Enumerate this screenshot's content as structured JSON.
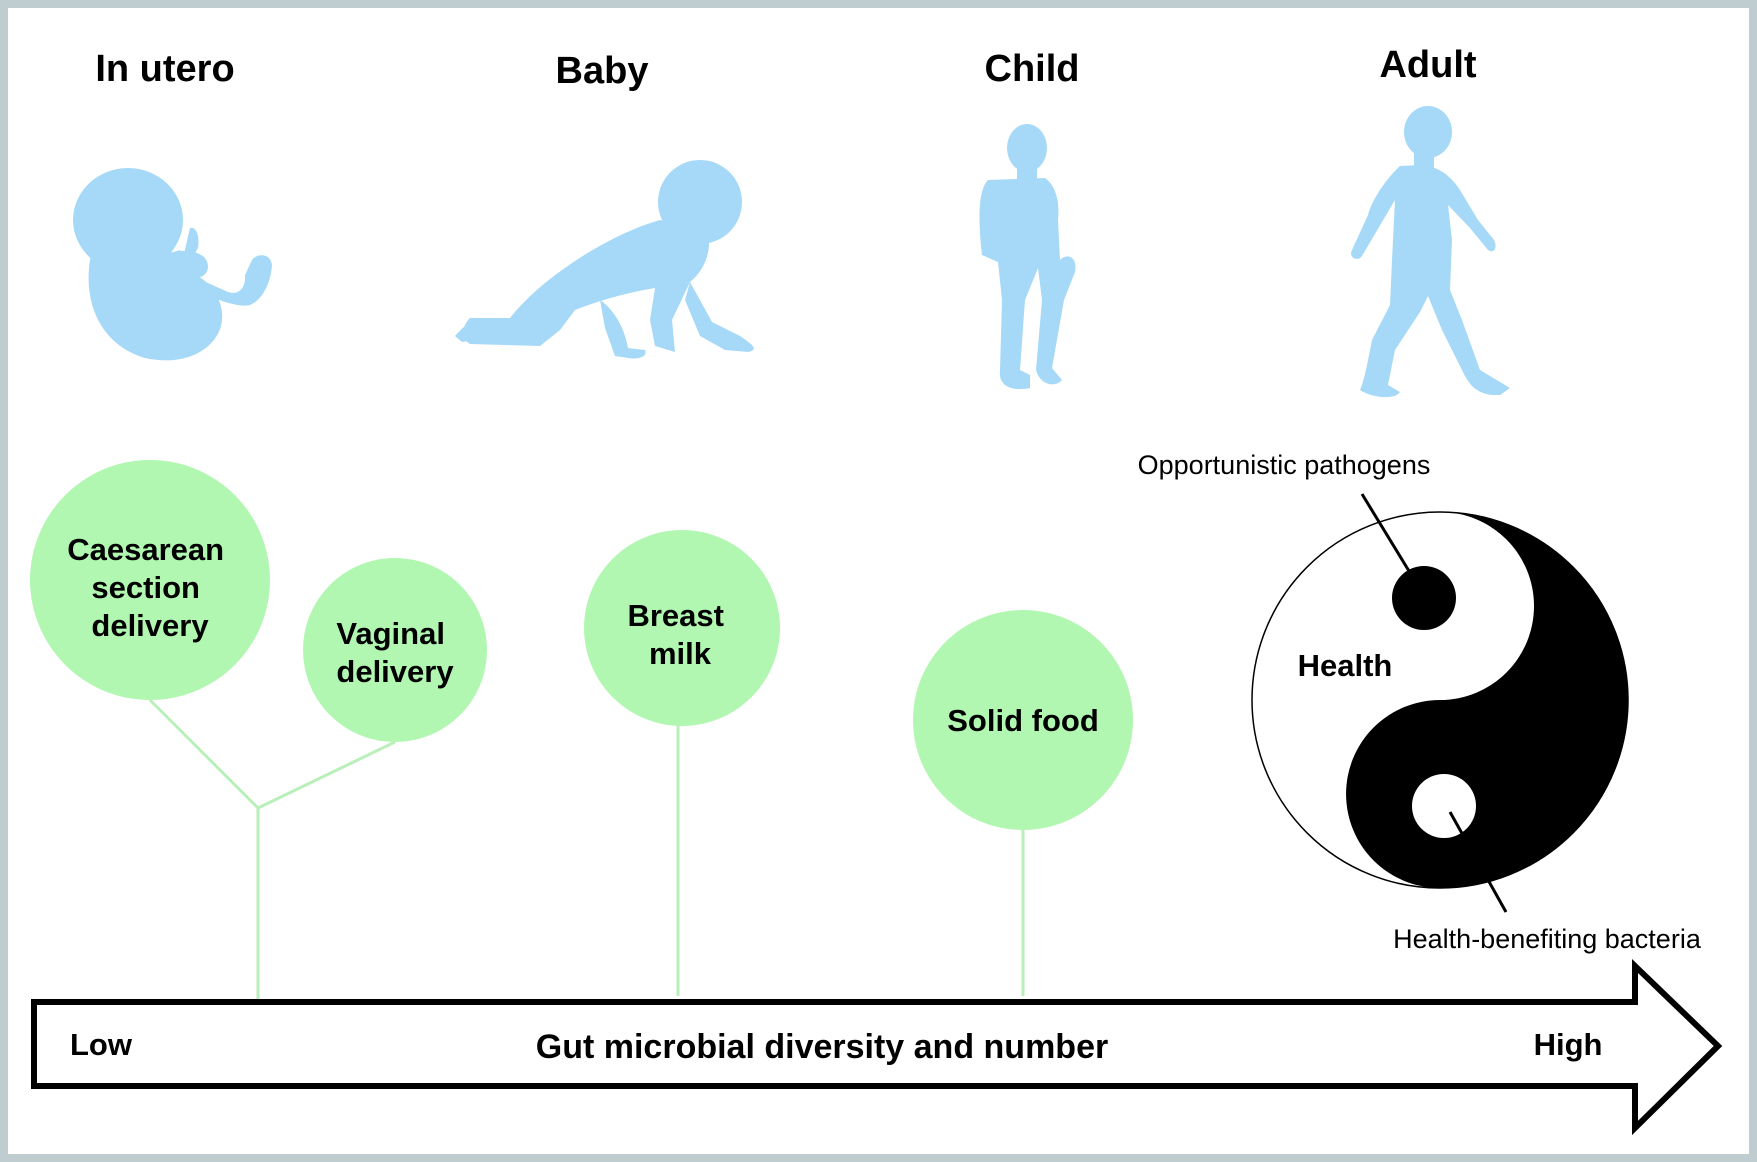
{
  "stages": [
    {
      "label": "In utero",
      "icon": "fetus-icon"
    },
    {
      "label": "Baby",
      "icon": "crawling-baby-icon"
    },
    {
      "label": "Child",
      "icon": "child-icon"
    },
    {
      "label": "Adult",
      "icon": "walking-adult-icon"
    }
  ],
  "factors": {
    "caesarean": [
      "Caesarean",
      "section",
      "delivery"
    ],
    "vaginal": [
      "Vaginal",
      "delivery"
    ],
    "breast_milk": [
      "Breast",
      "milk"
    ],
    "solid_food": [
      "Solid food"
    ]
  },
  "balance": {
    "center_label": "Health",
    "top_label": "Opportunistic pathogens",
    "bottom_label": "Health-benefiting bacteria",
    "icon": "yin-yang-icon"
  },
  "arrow": {
    "label": "Gut microbial diversity and number",
    "low_label": "Low",
    "high_label": "High"
  },
  "colors": {
    "silhouette": "#a6d9f7",
    "bubble": "#b1f7b1",
    "stem": "#b9efb9",
    "frame": "#bfcdd0"
  }
}
